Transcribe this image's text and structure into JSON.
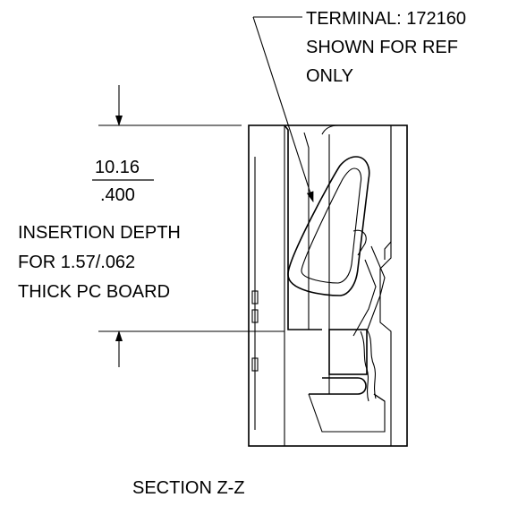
{
  "callout": {
    "line1": "TERMINAL: 172160",
    "line2": "SHOWN FOR REF",
    "line3": "ONLY"
  },
  "dimension": {
    "metric": "10.16",
    "imperial": ".400"
  },
  "note": {
    "line1": "INSERTION DEPTH",
    "line2": "FOR 1.57/.062",
    "line3": "THICK PC BOARD"
  },
  "section_label": "SECTION Z-Z",
  "colors": {
    "line": "#000000",
    "background": "#ffffff"
  }
}
